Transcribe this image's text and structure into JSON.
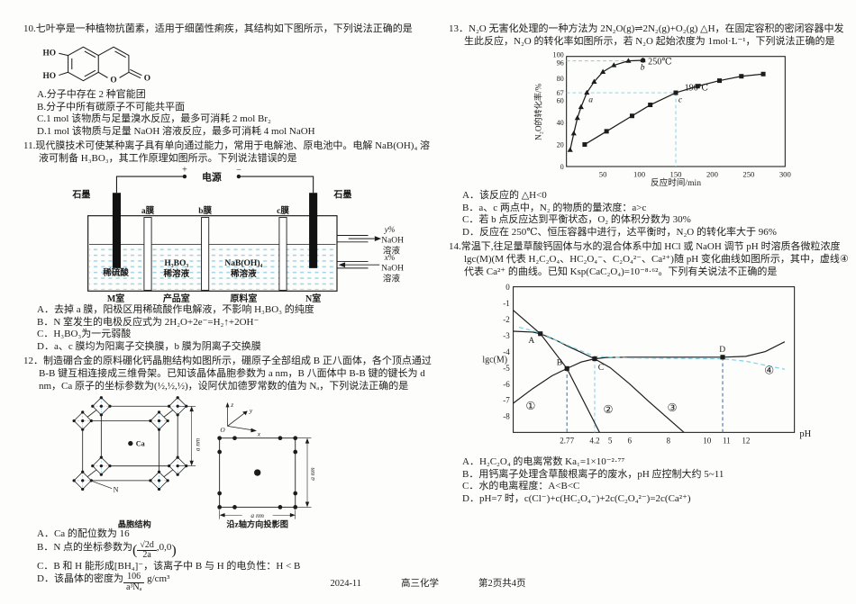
{
  "colors": {
    "ink": "#1c1c1c",
    "dashed_cyan": "#7fd0e8",
    "dashed_blue": "#3d6fb4",
    "liquid_blue": "#9bd3ea"
  },
  "footer": {
    "date": "2024-11",
    "course": "高三化学",
    "page": "第2页共4页"
  },
  "q10": {
    "stem": "10.七叶亭是一种植物抗菌素，适用于细菌性痢疾，其结构如下图所示，下列说法正确的是",
    "figure": {
      "ho_top": "HO",
      "ho_bottom": "HO",
      "ring_o": "O",
      "carbonyl_o": "O"
    },
    "options": [
      "A.分子中存在 2 种官能团",
      "B.分子中所有碳原子不可能共平面",
      "C.1 mol 该物质与足量溴水反应，最多可消耗 2 mol Br₂",
      "D.1 mol 该物质与足量 NaOH 溶液反应，最多可消耗 4 mol NaOH"
    ]
  },
  "q11": {
    "stem": "11.现代膜技术可使某种离子具有单向通过能力，常用于电解池、原电池中。电解 NaB(OH)₄ 溶液可制备 H₃BO₃，其工作原理如图所示。下列说法错误的是",
    "figure": {
      "power": "电源",
      "plus": "+",
      "minus": "−",
      "graphite_left": "石墨",
      "graphite_right": "石墨",
      "mem_a": "a膜",
      "mem_b": "b膜",
      "mem_c": "c膜",
      "sol_m": "稀硫酸",
      "sol_p1": "H₃BO₃",
      "sol_p2": "稀溶液",
      "sol_r1": "NaB(OH)₄",
      "sol_r2": "稀溶液",
      "room_m": "M室",
      "room_p": "产品室",
      "room_r": "原料室",
      "room_n": "N室",
      "out1": "y%",
      "out2": "NaOH",
      "out3": "溶液",
      "in1": "x%",
      "in2": "NaOH",
      "in3": "溶液"
    },
    "options": [
      "A．去掉 a 膜，阳极区用稀硫酸作电解液，不影响 H₃BO₃ 的纯度",
      "B．N 室发生的电极反应式为 2H₂O+2e⁻=H₂↑+2OH⁻",
      "C．H₃BO₃为一元弱酸",
      "D．a、c 膜均为阳离子交换膜，b 膜为阴离子交换膜"
    ]
  },
  "q12": {
    "stem": "12．制造硼合金的原料硼化钙晶胞结构如图所示，硼原子全部组成 B 正八面体，各个顶点通过 B-B 键互相连接成三维骨架。已知该晶体晶胞参数为 a nm，B 八面体中 B-B 键的键长为 d nm，Ca 原子的坐标参数为(½,½,½)，设阿伏加德罗常数的值为 Nₐ，下列说法正确的是",
    "figure": {
      "ca": "Ca",
      "n": "N",
      "dim_cell": "a nm",
      "cap_cell": "晶胞结构",
      "axis_z": "z",
      "axis_y": "y",
      "axis_x": "x",
      "axis_o": "O",
      "dim_proj_v": "a nm",
      "dim_proj_h": "a nm",
      "cap_proj": "沿z轴方向投影图"
    },
    "option_a": "A．Ca 的配位数为 16",
    "option_b": {
      "prefix": "B．N 点的坐标参数为",
      "num": "√2d",
      "den": "2a",
      "rest": ",0,0"
    },
    "option_c": "C．B 和 H 能形成[BH₄]⁻，该离子中 B 与 H 的电负性：H < B",
    "option_d": {
      "prefix": "D．该晶体的密度为",
      "num": "106",
      "den": "a³Nₐ",
      "suffix": " g/cm³"
    }
  },
  "q13": {
    "stem": "13．N₂O 无害化处理的一种方法为 2N₂O(g)⇌2N₂(g)+O₂(g) △H，在固定容积的密闭容器中发生此反应，N₂O 的转化率如图所示，若 N₂O 起始浓度为 1mol·L⁻¹，下列说法正确的是",
    "options": [
      "A．该反应的 △H<0",
      "B．a、c 两点中，N₂ 的物质的量浓度：a>c",
      "C．若 b 点反应达到平衡状态，O₂ 的体积分数为 30%",
      "D．反应在 250℃、恒压容器中进行，达平衡时，N₂O 的转化率大于 96%"
    ]
  },
  "q14": {
    "stem": "14.常温下,往足量草酸钙固体与水的混合体系中加 HCl 或 NaOH 调节 pH 时溶质各微粒浓度 lgc(M)(M 代表 H₂C₂O₄、HC₂O₄⁻、C₂O₄²⁻、Ca²⁺)随 pH 变化曲线如图所示，其中，虚线④代表 Ca²⁺ 的曲线。已知 Ksp(CaC₂O₄)=10⁻⁸·⁶²。下列有关说法不正确的是",
    "options": [
      "A．H₂C₂O₄ 的电离常数 Ka₁=1×10⁻²·⁷⁷",
      "B．用钙离子处理含草酸根离子的废水，pH 应控制大约 5~11",
      "C．水的电离程度：A<B<C",
      "D．pH=7 时，c(Cl⁻)+c(HC₂O₄⁻)+2c(C₂O₄²⁻)=2c(Ca²⁺)"
    ]
  },
  "chart_data": [
    {
      "id": "q13-conversion-chart",
      "type": "line",
      "title": "",
      "xlabel": "反应时间/min",
      "ylabel": "N₂O的转化率/%",
      "xlim": [
        0,
        300
      ],
      "ylim": [
        0,
        100
      ],
      "xticks": [
        50,
        100,
        150,
        200,
        250,
        300
      ],
      "yticks": [
        0,
        20,
        40,
        60,
        67,
        80,
        96,
        100
      ],
      "series": [
        {
          "name": "250℃",
          "marker": "triangle",
          "points": [
            [
              5,
              15
            ],
            [
              10,
              30
            ],
            [
              15,
              44
            ],
            [
              20,
              54
            ],
            [
              28,
              67
            ],
            [
              38,
              77
            ],
            [
              50,
              86
            ],
            [
              65,
              92
            ],
            [
              85,
              96
            ],
            [
              105,
              96.5
            ]
          ]
        },
        {
          "name": "190℃",
          "marker": "square",
          "points": [
            [
              25,
              20
            ],
            [
              55,
              32
            ],
            [
              90,
              46
            ],
            [
              115,
              56
            ],
            [
              150,
              67
            ],
            [
              180,
              73
            ],
            [
              210,
              78
            ],
            [
              240,
              82
            ],
            [
              270,
              84
            ]
          ]
        }
      ],
      "annotations": [
        {
          "label": "a",
          "x": 28,
          "y": 67
        },
        {
          "label": "b",
          "x": 105,
          "y": 96.5,
          "marker": "circle"
        },
        {
          "label": "c",
          "x": 150,
          "y": 67
        }
      ],
      "guides": [
        {
          "type": "h",
          "y": 96,
          "x_to": 105
        },
        {
          "type": "h",
          "y": 67,
          "x_to": 150
        },
        {
          "type": "v",
          "x": 150,
          "y_to": 67
        }
      ]
    },
    {
      "id": "q14-lgc-ph-chart",
      "type": "line",
      "title": "",
      "xlabel": "pH",
      "ylabel": "lgc(M)",
      "xlim": [
        0,
        14.5
      ],
      "ylim": [
        -9,
        0
      ],
      "xticks": [
        2.77,
        4.2,
        5,
        6,
        8,
        10,
        11,
        12
      ],
      "yticks": [
        0,
        -1,
        -2,
        -3,
        -4,
        -5,
        -6,
        -7,
        -8
      ],
      "curves": [
        {
          "label": "①",
          "style": "solid",
          "points": [
            [
              0,
              -7.2
            ],
            [
              1,
              -6.3
            ],
            [
              2,
              -5.5
            ],
            [
              2.77,
              -5.05
            ],
            [
              3.5,
              -4.65
            ],
            [
              4.2,
              -4.45
            ],
            [
              4.8,
              -4.37
            ],
            [
              6,
              -4.35
            ],
            [
              10.8,
              -4.35
            ],
            [
              12,
              -4.3
            ],
            [
              13,
              -4.0
            ],
            [
              14,
              -3.4
            ]
          ]
        },
        {
          "label": "②",
          "style": "solid",
          "points": [
            [
              0,
              -1.45
            ],
            [
              1.4,
              -2.9
            ],
            [
              2.77,
              -5.05
            ],
            [
              4.45,
              -9
            ]
          ]
        },
        {
          "label": "③",
          "style": "solid",
          "points": [
            [
              0,
              -2.75
            ],
            [
              1,
              -2.8
            ],
            [
              1.4,
              -2.9
            ],
            [
              2.2,
              -3.3
            ],
            [
              2.77,
              -3.65
            ],
            [
              3.5,
              -4.05
            ],
            [
              4.2,
              -4.45
            ],
            [
              5,
              -5.0
            ],
            [
              6,
              -6.0
            ],
            [
              7,
              -7.1
            ],
            [
              8.8,
              -9
            ]
          ]
        },
        {
          "label": "④",
          "style": "dashed",
          "points": [
            [
              0.3,
              -2.5
            ],
            [
              1.4,
              -2.85
            ],
            [
              2.77,
              -3.6
            ],
            [
              4.2,
              -4.3
            ],
            [
              6,
              -4.4
            ],
            [
              10.8,
              -4.45
            ],
            [
              12,
              -4.6
            ],
            [
              13,
              -4.85
            ],
            [
              14,
              -5.1
            ]
          ]
        }
      ],
      "points": [
        {
          "label": "A",
          "x": 1.4,
          "y": -2.9
        },
        {
          "label": "B",
          "x": 2.77,
          "y": -5.05
        },
        {
          "label": "C",
          "x": 4.2,
          "y": -4.45
        },
        {
          "label": "D",
          "x": 10.8,
          "y": -4.35
        }
      ],
      "curve_labels": [
        {
          "label": "①",
          "x": 0.9,
          "y": -7.6
        },
        {
          "label": "②",
          "x": 4.9,
          "y": -7.8
        },
        {
          "label": "③",
          "x": 8.2,
          "y": -7.7
        },
        {
          "label": "④",
          "x": 13.2,
          "y": -5.4
        }
      ],
      "guides": [
        {
          "x": 2.77,
          "y_from": -5.05,
          "color": "blue"
        },
        {
          "x": 4.2,
          "y_from": -4.45,
          "color": "cyan"
        },
        {
          "x": 10.8,
          "y_from": -4.35,
          "color": "blue"
        }
      ]
    }
  ]
}
